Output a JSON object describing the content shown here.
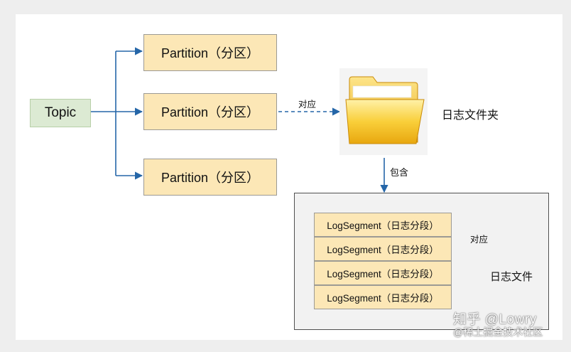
{
  "topic": {
    "label": "Topic"
  },
  "partitions": [
    {
      "label": "Partition（分区）"
    },
    {
      "label": "Partition（分区）"
    },
    {
      "label": "Partition（分区）"
    }
  ],
  "folder": {
    "label": "日志文件夹"
  },
  "edges": {
    "partition_to_folder": "对应",
    "folder_to_segments": "包含",
    "segment_to_file": "对应"
  },
  "segments": [
    {
      "label": "LogSegment（日志分段）"
    },
    {
      "label": "LogSegment（日志分段）"
    },
    {
      "label": "LogSegment（日志分段）"
    },
    {
      "label": "LogSegment（日志分段）"
    }
  ],
  "file": {
    "label": "日志文件"
  },
  "watermark": {
    "line1": "知乎 @Lowry",
    "line2": "@稀土掘金技术社区"
  },
  "colors": {
    "partition_fill": "#fce7b6",
    "topic_fill": "#dcead3",
    "arrow": "#2566a8",
    "folder": "#f5c518"
  }
}
